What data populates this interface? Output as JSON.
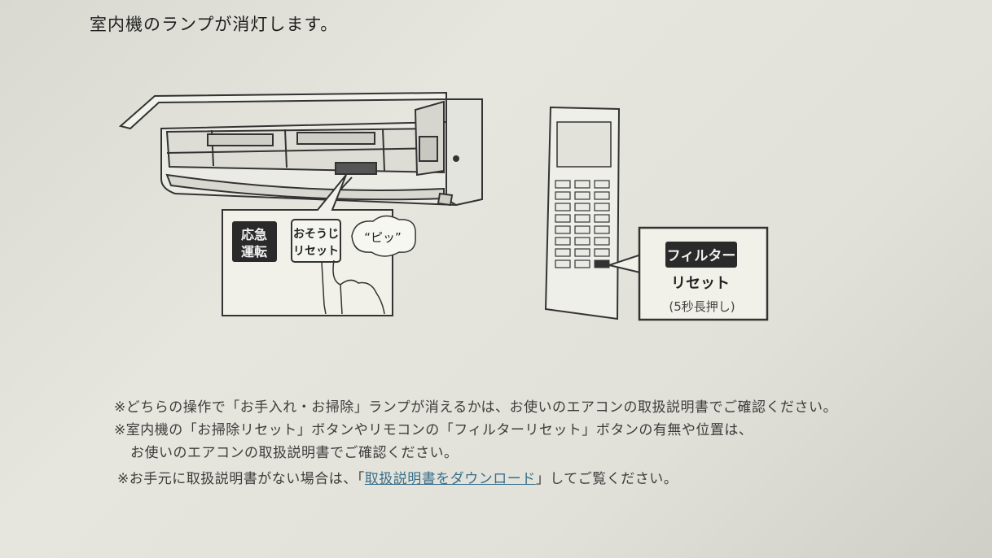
{
  "header": {
    "text": "室内機のランプが消灯します。"
  },
  "indoor_unit": {
    "emergency_button": [
      "応急",
      "運転"
    ],
    "clean_reset_button": [
      "おそうじ",
      "リセット"
    ],
    "beep_sound": "“ピッ”"
  },
  "remote_control": {
    "filter_button": "フィルター",
    "reset_label": "リセット",
    "hold_note": "(5秒長押し)"
  },
  "notes": {
    "line1": "※どちらの操作で「お手入れ・お掃除」ランプが消えるかは、お使いのエアコンの取扱説明書でご確認ください。",
    "line2": "※室内機の「お掃除リセット」ボタンやリモコンの「フィルターリセット」ボタンの有無や位置は、",
    "line3": "お使いのエアコンの取扱説明書でご確認ください。",
    "line4_prefix": "※お手元に取扱説明書がない場合は、「",
    "line4_link": "取扱説明書をダウンロード",
    "line4_suffix": "」してご覧ください。"
  }
}
